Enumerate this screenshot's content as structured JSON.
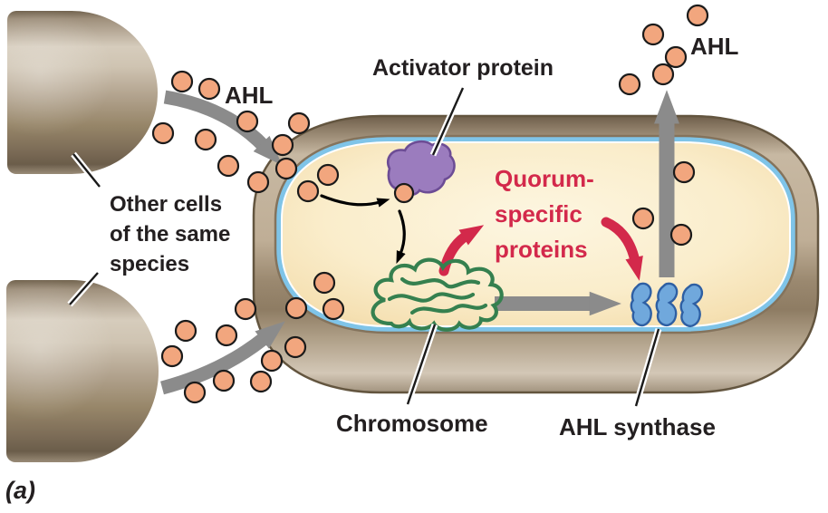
{
  "figure": {
    "panel_label": "(a)",
    "labels": {
      "ahl_incoming": "AHL",
      "other_cells": "Other cells\nof the same\nspecies",
      "activator_protein": "Activator protein",
      "quorum_specific_proteins": "Quorum-\nspecific\nproteins",
      "chromosome": "Chromosome",
      "ahl_synthase": "AHL synthase",
      "ahl_outgoing": "AHL"
    },
    "colors": {
      "ahl_molecule_fill": "#F2A67E",
      "ahl_molecule_outline": "#1A1A1A",
      "arrow_gray": "#8B8B8B",
      "arrow_red": "#D3294B",
      "quorum_text_red": "#D3294B",
      "activator_protein_purple": "#9B7CBE",
      "activator_protein_outline": "#6C4C95",
      "chromosome_green": "#35804F",
      "ahl_synthase_blue": "#70A8DC",
      "ahl_synthase_outline": "#2E5FA3",
      "inner_membrane_blue": "#7FC4E8",
      "cell_wall_tan": "#BFAE96",
      "cytoplasm_cream": "#FAEDCB",
      "other_cell_brown": "#B2A38E",
      "label_text": "#231F20",
      "background": "#FFFFFF"
    }
  }
}
